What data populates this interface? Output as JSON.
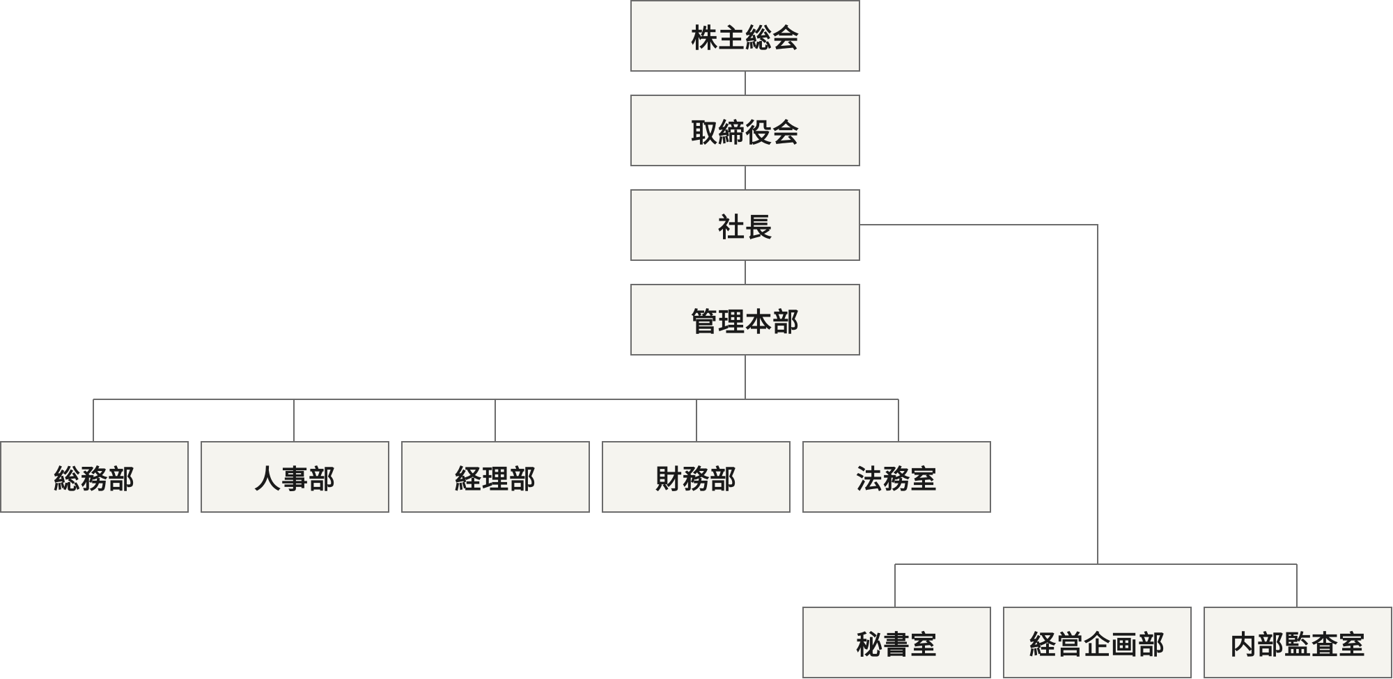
{
  "org_chart": {
    "shareholders": "株主総会",
    "board": "取締役会",
    "president": "社長",
    "admin_hq": "管理本部",
    "admin_departments": [
      "総務部",
      "人事部",
      "経理部",
      "財務部",
      "法務室"
    ],
    "president_staff": [
      "秘書室",
      "経営企画部",
      "内部監査室"
    ]
  },
  "colors": {
    "box_fill": "#f5f4ef",
    "box_border": "#6b6b6b",
    "connector": "#6b6b6b",
    "text": "#1a1a1a"
  }
}
